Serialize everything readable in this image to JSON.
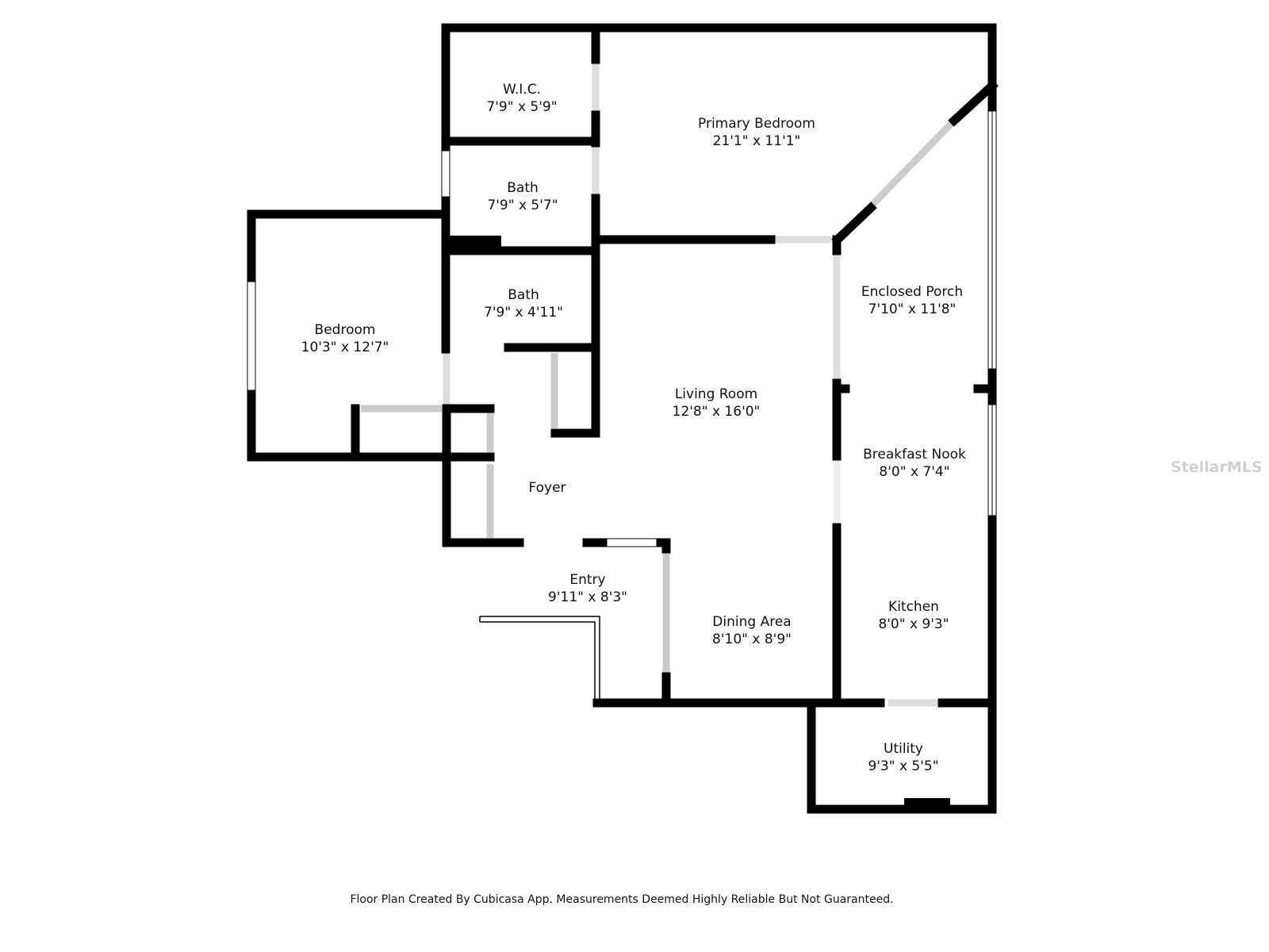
{
  "rooms": {
    "wic": {
      "name": "W.I.C.",
      "dims": "7'9\" x 5'9\""
    },
    "primary_bedroom": {
      "name": "Primary Bedroom",
      "dims": "21'1\" x 11'1\""
    },
    "bath1": {
      "name": "Bath",
      "dims": "7'9\" x 5'7\""
    },
    "bath2": {
      "name": "Bath",
      "dims": "7'9\" x 4'11\""
    },
    "bedroom": {
      "name": "Bedroom",
      "dims": "10'3\" x 12'7\""
    },
    "enclosed_porch": {
      "name": "Enclosed Porch",
      "dims": "7'10\" x 11'8\""
    },
    "living_room": {
      "name": "Living Room",
      "dims": "12'8\" x 16'0\""
    },
    "breakfast_nook": {
      "name": "Breakfast Nook",
      "dims": "8'0\" x 7'4\""
    },
    "foyer": {
      "name": "Foyer"
    },
    "entry": {
      "name": "Entry",
      "dims": "9'11\" x 8'3\""
    },
    "dining_area": {
      "name": "Dining Area",
      "dims": "8'10\" x 8'9\""
    },
    "kitchen": {
      "name": "Kitchen",
      "dims": "8'0\" x 9'3\""
    },
    "utility": {
      "name": "Utility",
      "dims": "9'3\" x 5'5\""
    }
  },
  "footer": "Floor Plan Created By Cubicasa App. Measurements Deemed Highly Reliable But Not Guaranteed.",
  "watermark": "StellarMLS"
}
